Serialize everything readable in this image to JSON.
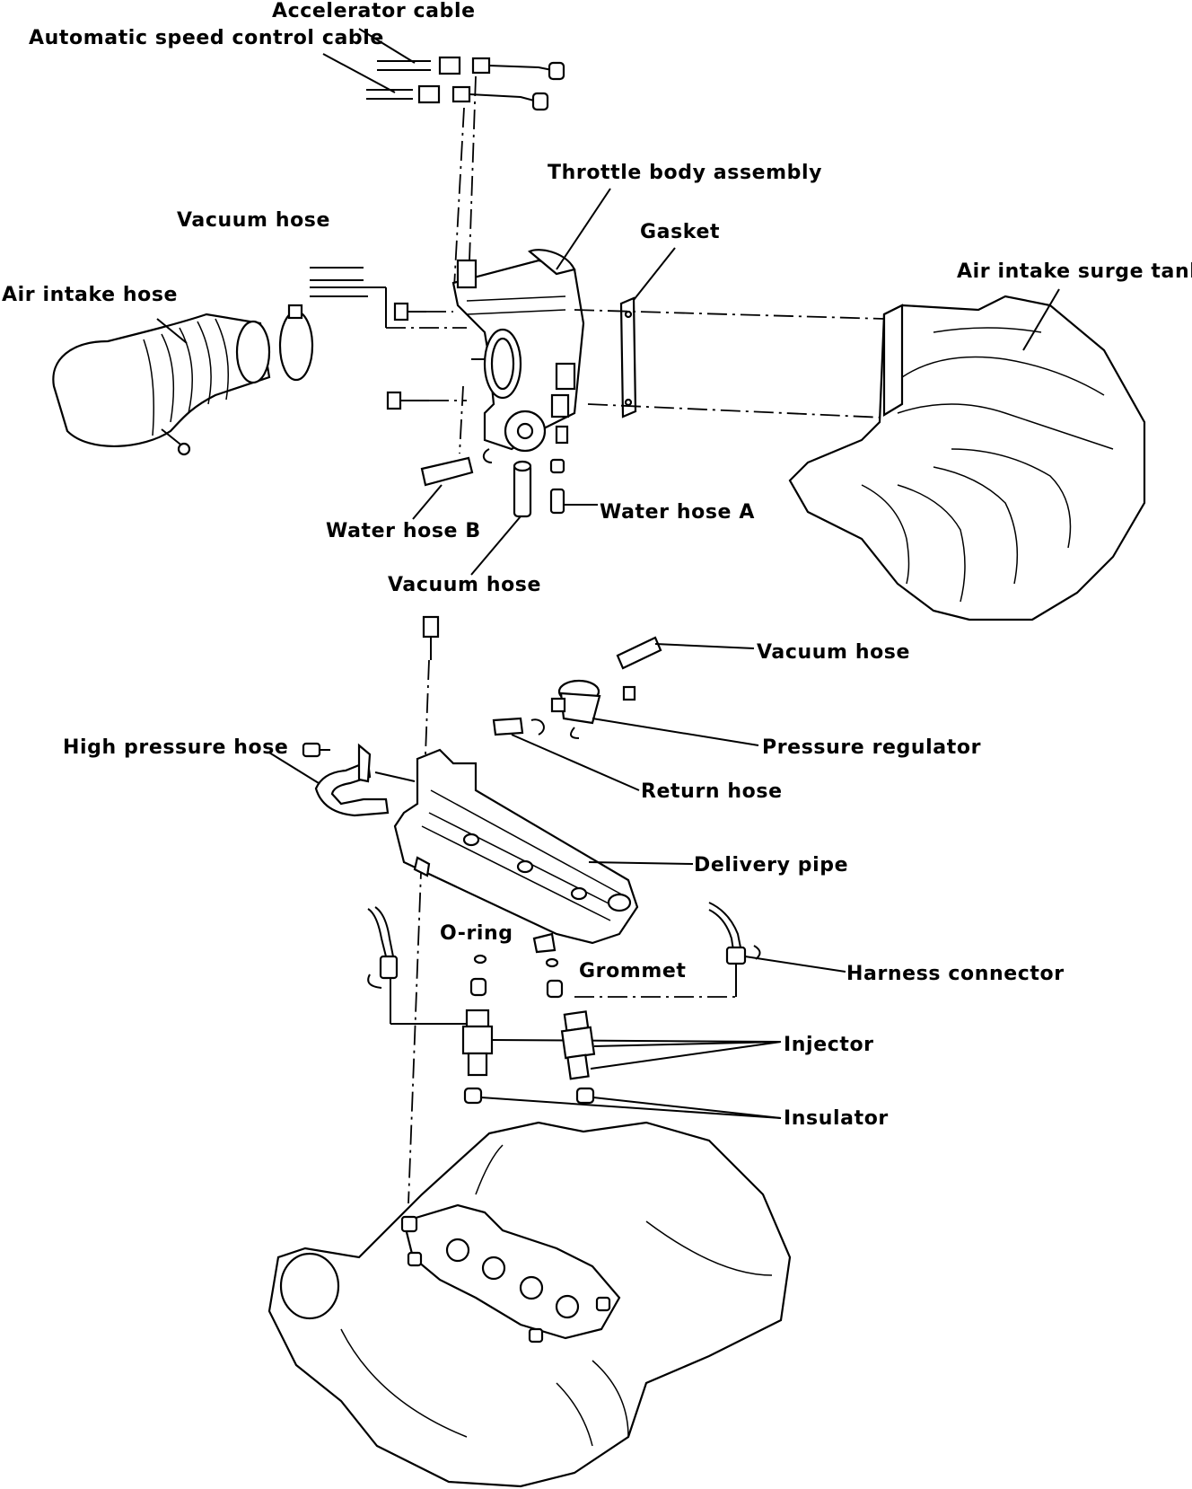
{
  "labels": {
    "accelerator_cable": "Accelerator cable",
    "auto_speed_cable": "Automatic speed control cable",
    "throttle_body": "Throttle body assembly",
    "gasket": "Gasket",
    "vacuum_hose_top": "Vacuum hose",
    "air_intake_hose": "Air intake hose",
    "air_intake_surge_tank": "Air intake surge tank",
    "water_hose_b": "Water hose B",
    "water_hose_a": "Water hose A",
    "vacuum_hose_mid": "Vacuum hose",
    "vacuum_hose_reg": "Vacuum hose",
    "high_pressure_hose": "High pressure hose",
    "pressure_regulator": "Pressure regulator",
    "return_hose": "Return hose",
    "delivery_pipe": "Delivery pipe",
    "o_ring": "O-ring",
    "grommet": "Grommet",
    "harness_connector": "Harness connector",
    "injector": "Injector",
    "insulator": "Insulator"
  }
}
